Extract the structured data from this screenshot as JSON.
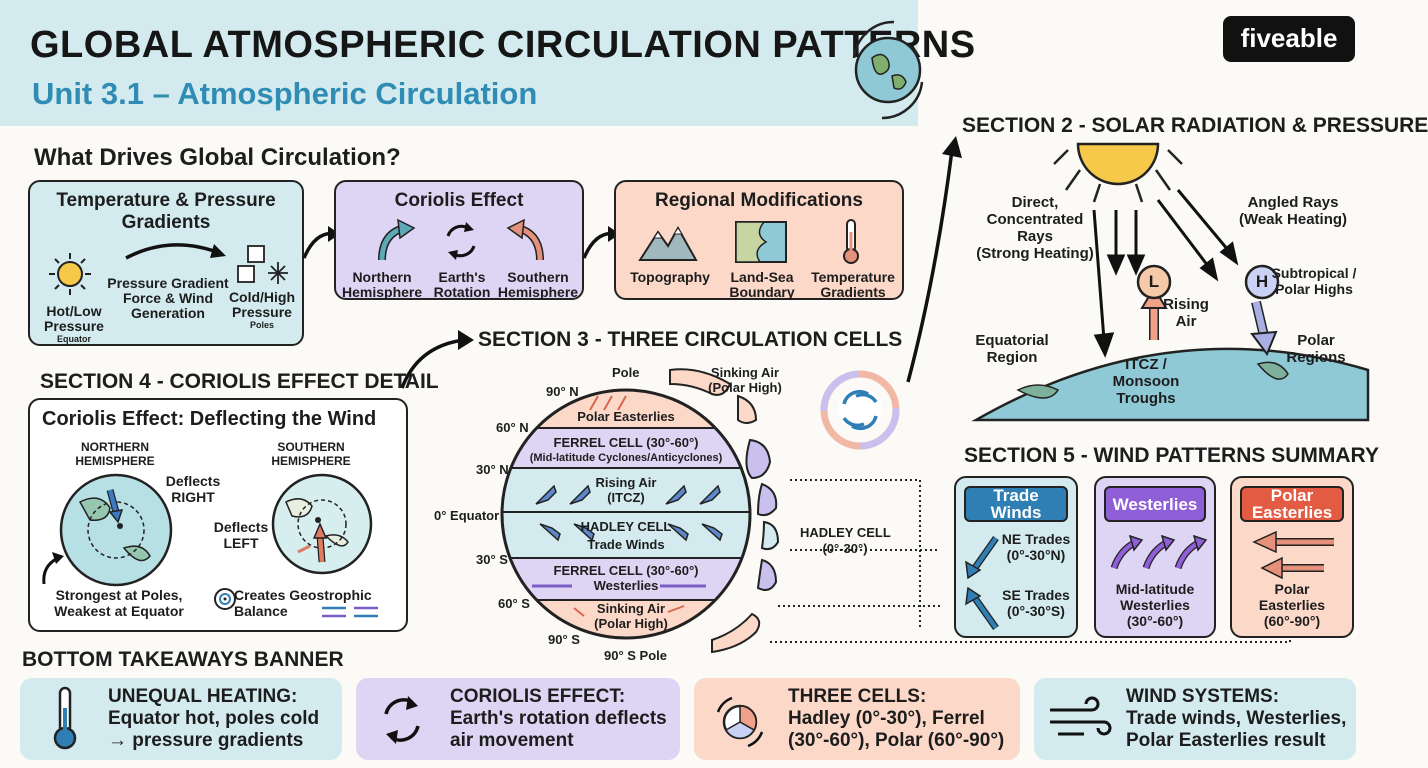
{
  "header": {
    "title": "GLOBAL ATMOSPHERIC CIRCULATION PATTERNS",
    "subtitle": "Unit 3.1 – Atmospheric Circulation",
    "logo": "fiveable"
  },
  "drivers": {
    "heading": "What Drives Global Circulation?",
    "box1": {
      "title_line1": "Temperature & Pressure",
      "title_line2": "Gradients",
      "hot_line1": "Hot/Low",
      "hot_line2": "Pressure",
      "hot_sub": "Equator",
      "pgf_line1": "Pressure Gradient",
      "pgf_line2": "Force & Wind",
      "pgf_line3": "Generation",
      "cold_line1": "Cold/High",
      "cold_line2": "Pressure",
      "cold_sub": "Poles"
    },
    "box2": {
      "title": "Coriolis Effect",
      "nh_line1": "Northern",
      "nh_line2": "Hemisphere",
      "rot_line1": "Earth's",
      "rot_line2": "Rotation",
      "sh_line1": "Southern",
      "sh_line2": "Hemisphere"
    },
    "box3": {
      "title": "Regional Modifications",
      "topo": "Topography",
      "ls_line1": "Land-Sea",
      "ls_line2": "Boundary",
      "tg_line1": "Temperature",
      "tg_line2": "Gradients"
    }
  },
  "section2": {
    "heading": "SECTION 2 - SOLAR RADIATION & PRESSURE",
    "direct_line1": "Direct,",
    "direct_line2": "Concentrated",
    "direct_line3": "Rays",
    "direct_line4": "(Strong Heating)",
    "angled_line1": "Angled Rays",
    "angled_line2": "(Weak Heating)",
    "low": "L",
    "high": "H",
    "rising_line1": "Rising",
    "rising_line2": "Air",
    "sub_line1": "Subtropical /",
    "sub_line2": "Polar Highs",
    "eq_line1": "Equatorial",
    "eq_line2": "Region",
    "itcz_line1": "ITCZ /",
    "itcz_line2": "Monsoon",
    "itcz_line3": "Troughs",
    "polar_line1": "Polar",
    "polar_line2": "Regions"
  },
  "section3": {
    "heading": "SECTION 3 - THREE CIRCULATION CELLS",
    "pole": "Pole",
    "sink_top_line1": "Sinking Air",
    "sink_top_line2": "(Polar High)",
    "lat_90n": "90° N",
    "lat_60n": "60° N",
    "lat_30n": "30° N",
    "lat_0": "0° Equator",
    "lat_30s": "30° S",
    "lat_60s": "60° S",
    "lat_90s": "90° S",
    "south_pole": "90° S Pole",
    "polar_easterlies": "Polar Easterlies",
    "ferrel_n_line1": "FERREL CELL (30°-60°)",
    "ferrel_n_line2": "(Mid-latitude Cyclones/Anticyclones)",
    "rising_line1": "Rising Air",
    "rising_line2": "(ITCZ)",
    "hadley_line1": "HADLEY CELL",
    "hadley_line2": "Trade Winds",
    "ferrel_s_line1": "FERREL CELL (30°-60°)",
    "ferrel_s_line2": "Westerlies",
    "sink_bot_line1": "Sinking Air",
    "sink_bot_line2": "(Polar High)",
    "hadley_side_line1": "HADLEY CELL",
    "hadley_side_line2": "(0°-30°)"
  },
  "section4": {
    "heading": "SECTION 4 - CORIOLIS EFFECT DETAIL",
    "box_title": "Coriolis Effect: Deflecting the Wind",
    "nh_line1": "NORTHERN",
    "nh_line2": "HEMISPHERE",
    "sh_line1": "SOUTHERN",
    "sh_line2": "HEMISPHERE",
    "right_line1": "Deflects",
    "right_line2": "RIGHT",
    "left_line1": "Deflects",
    "left_line2": "LEFT",
    "strong_line1": "Strongest at Poles,",
    "strong_line2": "Weakest at Equator",
    "geo_line1": "Creates Geostrophic",
    "geo_line2": "Balance"
  },
  "section5": {
    "heading": "SECTION 5 - WIND PATTERNS SUMMARY",
    "trade": {
      "title": "Trade Winds",
      "ne_line1": "NE Trades",
      "ne_line2": "(0°-30°N)",
      "se_line1": "SE Trades",
      "se_line2": "(0°-30°S)"
    },
    "west": {
      "title": "Westerlies",
      "line1": "Mid-latitude",
      "line2": "Westerlies",
      "line3": "(30°-60°)"
    },
    "polar": {
      "title_line1": "Polar",
      "title_line2": "Easterlies",
      "line1": "Polar",
      "line2": "Easterlies",
      "line3": "(60°-90°)"
    }
  },
  "takeaways": {
    "heading": "BOTTOM TAKEAWAYS BANNER",
    "t1": {
      "title": "UNEQUAL HEATING:",
      "line1": "Equator hot, poles cold",
      "line2": "→ pressure gradients"
    },
    "t2": {
      "title": "CORIOLIS EFFECT:",
      "line1": "Earth's rotation deflects",
      "line2": "air movement"
    },
    "t3": {
      "title": "THREE CELLS:",
      "line1": "Hadley (0°-30°), Ferrel",
      "line2": "(30°-60°), Polar (60°-90°)"
    },
    "t4": {
      "title": "WIND SYSTEMS:",
      "line1": "Trade winds, Westerlies,",
      "line2": "Polar Easterlies result"
    }
  },
  "colors": {
    "teal": "#d3ebee",
    "purple": "#ddd5f3",
    "peach": "#fbd8c8",
    "blue_head": "#2f7fb5",
    "purple_head": "#8e5fd6",
    "red_head": "#e35b43"
  }
}
